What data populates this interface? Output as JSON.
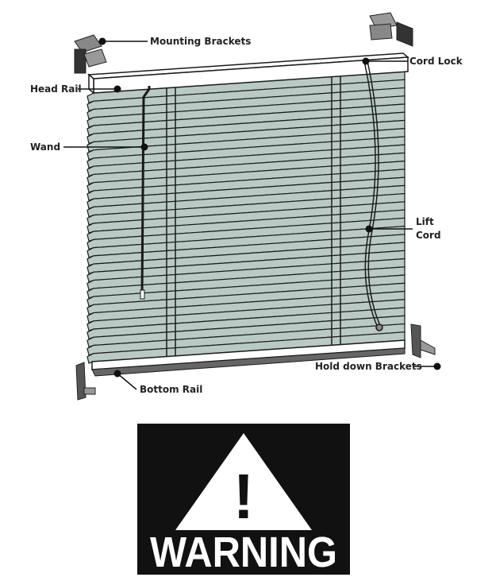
{
  "labels": {
    "mounting_brackets": "Mounting Brackets",
    "cord_lock": "Cord Lock",
    "head_rail": "Head Rail",
    "wand": "Wand",
    "lift_cord_1": "Lift",
    "lift_cord_2": "Cord",
    "hold_down_brackets": "Hold down Brackets",
    "bottom_rail": "Bottom Rail"
  },
  "warning": {
    "symbol": "!",
    "text": "WARNING"
  },
  "colors": {
    "slat": "#b9cac5",
    "outline": "#1a1a1a",
    "bracket": "#3a3a3a",
    "warning_bg": "#111111"
  },
  "slat_count": 33
}
